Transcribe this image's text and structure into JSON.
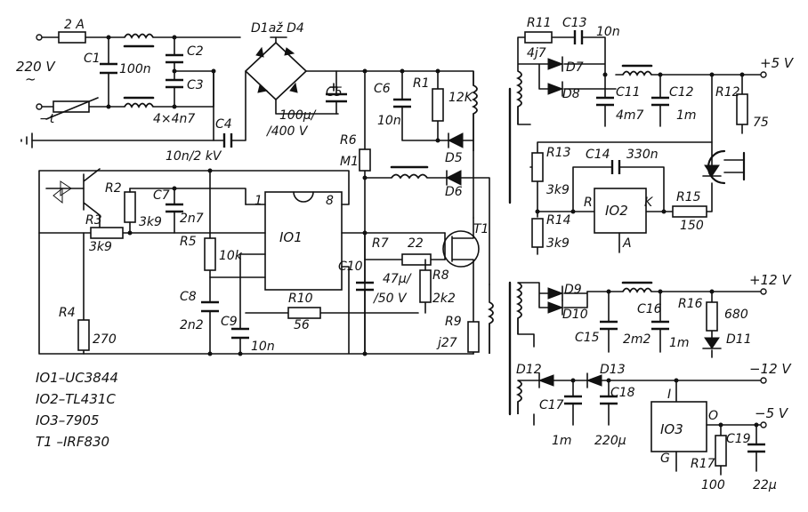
{
  "labels": {
    "fuse_rating": "2 A",
    "c1": "C1",
    "c1_val": "100n",
    "c2": "C2",
    "c3": "C3",
    "c23_val": "4×4n7",
    "mains_v": "220 V",
    "mains_ac": "~",
    "thermistor": "−t",
    "bridge": "D1až D4",
    "c5": "C5",
    "c5_val1": "100μ/",
    "c5_val2": "/400 V",
    "c4": "C4",
    "c4_val": "10n/2 kV",
    "c6": "C6",
    "c6_val": "10n",
    "r1": "R1",
    "r1_val": "12K",
    "r6": "R6",
    "m1": "M1",
    "d5": "D5",
    "d6": "D6",
    "r2": "R2",
    "r2_val": "3k9",
    "c7": "C7",
    "c7_val": "2n7",
    "pin1": "1",
    "pin8": "8",
    "io1": "IO1",
    "r3": "R3",
    "r3_val": "3k9",
    "r5": "R5",
    "r5_val": "10k",
    "r7": "R7",
    "r7_val": "22",
    "t1": "T1",
    "c10": "C10",
    "c10_val1": "47μ/",
    "c10_val2": "/50 V",
    "r8": "R8",
    "r8_val": "2k2",
    "c8": "C8",
    "c8_val": "2n2",
    "c9": "C9",
    "c9_val": "10n",
    "r10": "R10",
    "r10_val": "56",
    "r4": "R4",
    "r4_val": "270",
    "r9": "R9",
    "r9_val": "j27",
    "parts": [
      "IO1–UC3844",
      "IO2–TL431C",
      "IO3–7905",
      "T1 –IRF830"
    ],
    "r11": "R11",
    "r11_val": "4j7",
    "c13": "C13",
    "c13_val": "10n",
    "d7": "D7",
    "d8": "D8",
    "out_5v": "+5 V",
    "c11": "C11",
    "c11_val": "4m7",
    "c12": "C12",
    "c12_val": "1m",
    "r12": "R12",
    "r12_val": "75",
    "r13": "R13",
    "r13_val": "3k9",
    "c14": "C14",
    "c14_val": "330n",
    "io2_r": "R",
    "io2": "IO2",
    "io2_k": "K",
    "io2_a": "A",
    "r14": "R14",
    "r14_val": "3k9",
    "r15": "R15",
    "r15_val": "150",
    "d9": "D9",
    "d10": "D10",
    "out_12v": "+12 V",
    "c15": "C15",
    "c16": "C16",
    "c16_val1": "2m2",
    "c16_val2": "1m",
    "r16": "R16",
    "r16_val": "680",
    "d11": "D11",
    "d12": "D12",
    "d13": "D13",
    "out_m12v": "−12 V",
    "c17": "C17",
    "c17_val": "1m",
    "c18": "C18",
    "c18_val": "220μ",
    "io3_i": "I",
    "io3": "IO3",
    "io3_o": "O",
    "io3_g": "G",
    "out_m5v": "−5 V",
    "c19": "C19",
    "c19_val": "22μ",
    "r17": "R17",
    "r17_val": "100"
  }
}
